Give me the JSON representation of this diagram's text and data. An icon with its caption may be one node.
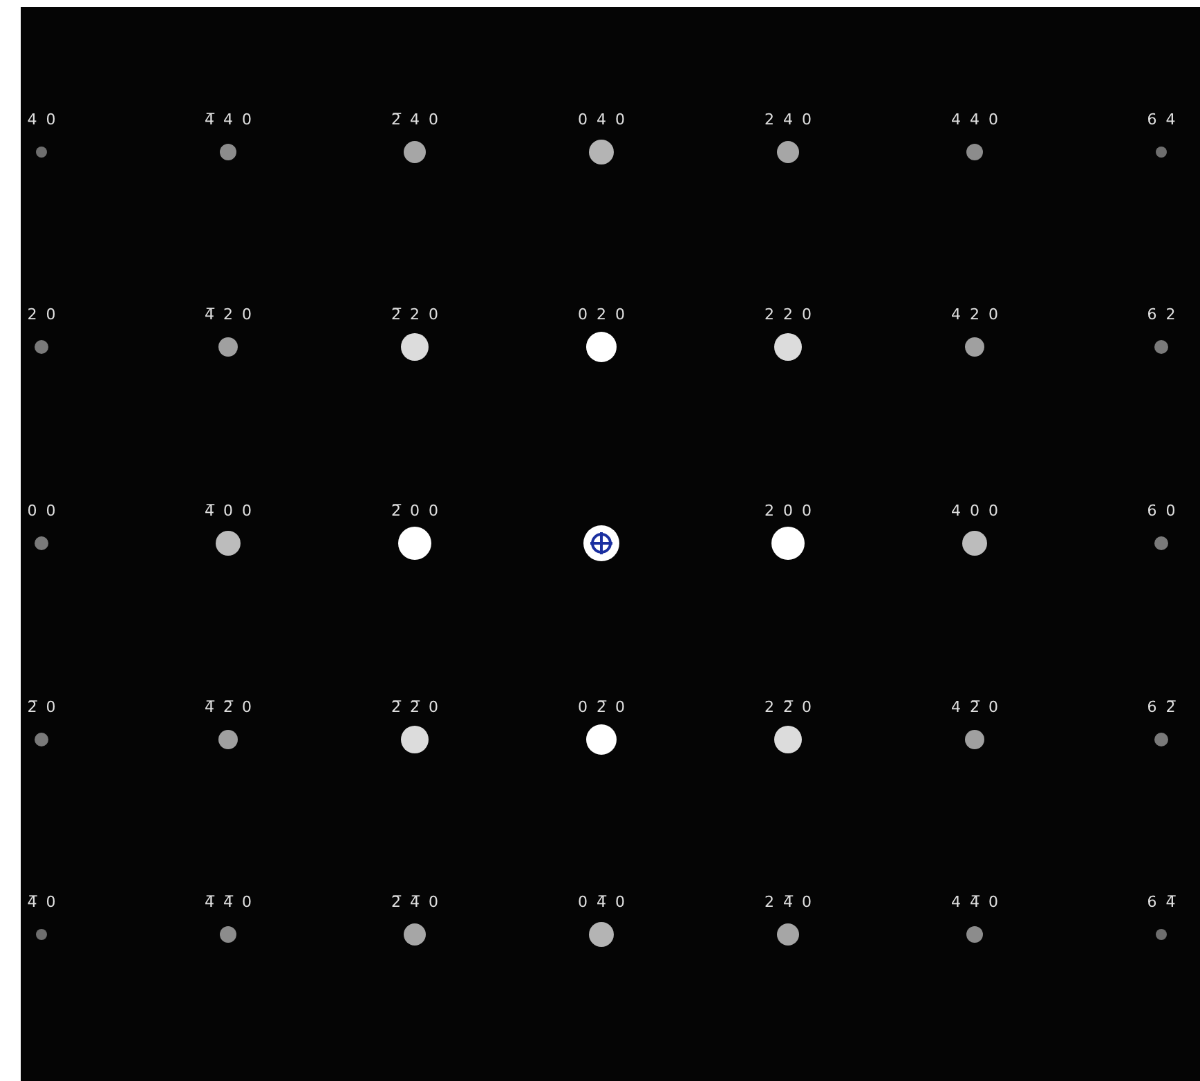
{
  "diagram": {
    "labels": [
      "4 0",
      "4̅ 4 0",
      "2̅ 4 0",
      "0 4 0",
      "2 4 0",
      "4 4 0",
      "6 4",
      "2 0",
      "4̅ 2 0",
      "2̅ 2 0",
      "0 2 0",
      "2 2 0",
      "4 2 0",
      "6 2",
      "0 0",
      "4̅ 0 0",
      "2̅ 0 0",
      "2 0 0",
      "4 0 0",
      "6 0",
      "2̅ 0",
      "4̅ 2̅ 0",
      "2̅ 2̅ 0",
      "0 2̅ 0",
      "2 2̅ 0",
      "4 2̅ 0",
      "6 2̅",
      "4̅ 0",
      "4̅ 4̅ 0",
      "2̅ 4̅ 0",
      "0 4̅ 0",
      "2 4̅ 0",
      "4 4̅ 0",
      "6 4̅"
    ]
  }
}
